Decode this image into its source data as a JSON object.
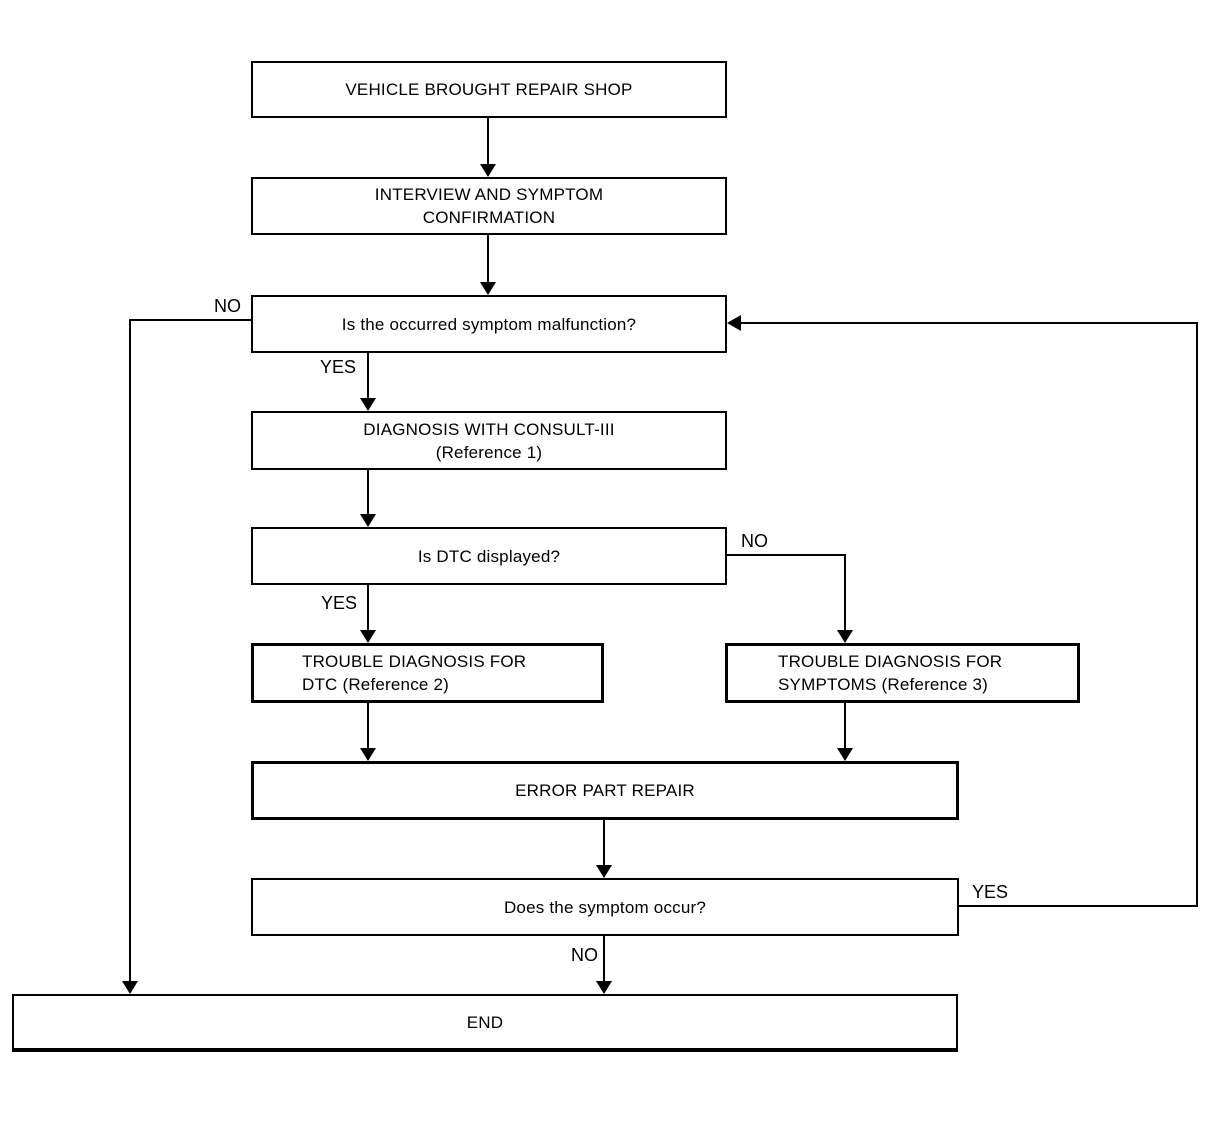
{
  "diagram": {
    "type": "flowchart",
    "description": "Vehicle trouble diagnosis work flow",
    "colors": {
      "line": "#000000",
      "text": "#000000",
      "background": "#ffffff"
    },
    "nodes": {
      "vehicle": {
        "line1": "VEHICLE BROUGHT REPAIR SHOP"
      },
      "interview": {
        "line1": "INTERVIEW AND SYMPTOM",
        "line2": "CONFIRMATION"
      },
      "symptom_check": {
        "line1": "Is the occurred symptom malfunction?"
      },
      "consult": {
        "line1": "DIAGNOSIS WITH CONSULT-III",
        "line2": "(Reference 1)"
      },
      "dtc_check": {
        "line1": "Is DTC displayed?"
      },
      "trouble_dtc": {
        "line1": "TROUBLE DIAGNOSIS FOR",
        "line2": "DTC (Reference 2)"
      },
      "trouble_symptoms": {
        "line1": "TROUBLE DIAGNOSIS FOR",
        "line2": "SYMPTOMS (Reference 3)"
      },
      "repair": {
        "line1": "ERROR PART REPAIR"
      },
      "occur_check": {
        "line1": "Does the symptom occur?"
      },
      "end": {
        "line1": "END"
      }
    },
    "edge_labels": {
      "symptom_no": "NO",
      "symptom_yes": "YES",
      "dtc_yes": "YES",
      "dtc_no": "NO",
      "occur_yes": "YES",
      "occur_no": "NO"
    }
  }
}
